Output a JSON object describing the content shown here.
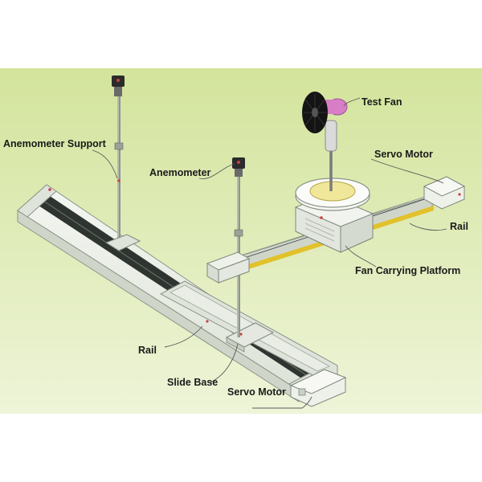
{
  "labels": {
    "anemometer_support": "Anemometer Support",
    "anemometer": "Anemometer",
    "test_fan": "Test Fan",
    "servo_motor_right": "Servo Motor",
    "rail_right": "Rail",
    "fan_carrying_platform": "Fan Carrying Platform",
    "rail_left": "Rail",
    "slide_base": "Slide Base",
    "servo_motor_bottom": "Servo Motor"
  },
  "colors": {
    "background_top": "#d6e6a3",
    "background_bottom": "#eef4d8",
    "rail_body": "#e8ede4",
    "rail_edge": "#8a9488",
    "track": "#2e3430",
    "yellow_strip": "#e2c12a",
    "fan_blade": "#141414",
    "fan_motor": "#d77ec6",
    "platform_disk": "#f1e79a",
    "leader_line": "#5a5a5a"
  }
}
